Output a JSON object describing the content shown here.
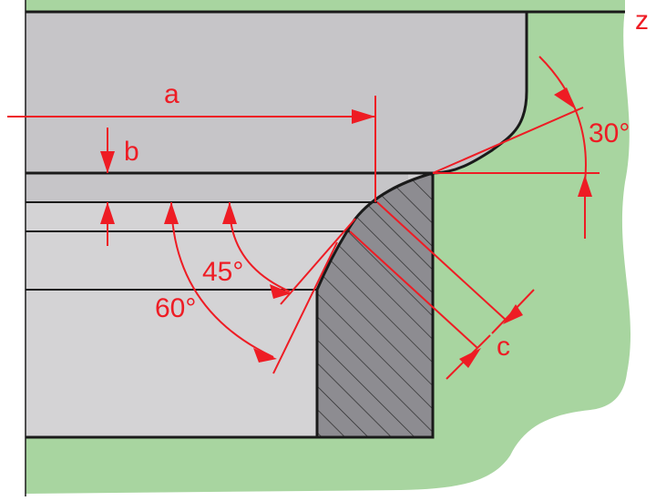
{
  "labels": {
    "a": "a",
    "b": "b",
    "c": "c",
    "z": "z",
    "angle_30": "30°",
    "angle_45": "45°",
    "angle_60": "60°"
  },
  "colors": {
    "green_region": "#a8d5a0",
    "dark_gray": "#c6c5c8",
    "light_gray": "#d4d3d5",
    "hatch_fill": "#8d8c91",
    "outline": "#1a1a1a",
    "annotation_red": "#ee1c24"
  }
}
